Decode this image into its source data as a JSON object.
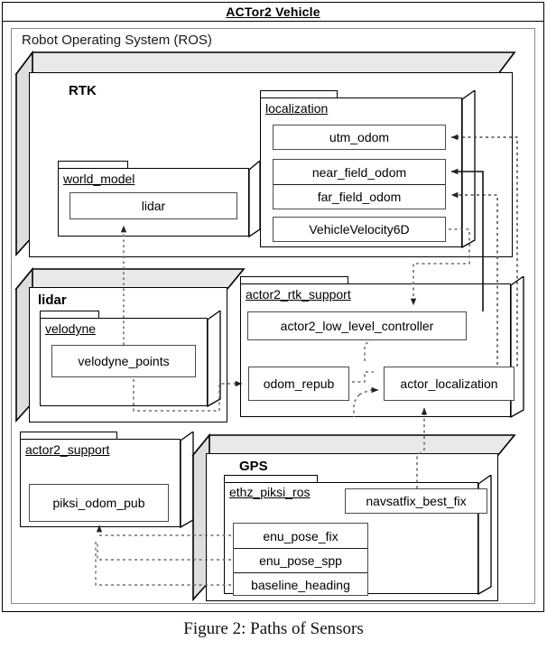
{
  "figure": {
    "title": "ACTor2 Vehicle",
    "caption": "Figure 2: Paths of Sensors"
  },
  "ros": {
    "label": "Robot Operating System (ROS)"
  },
  "machines": [
    {
      "id": "rtk",
      "title": "RTK"
    },
    {
      "id": "lidar",
      "title": "lidar"
    },
    {
      "id": "gps",
      "title": "GPS"
    }
  ],
  "packages": {
    "world_model": {
      "label": "world_model",
      "topics": [
        "lidar"
      ]
    },
    "localization": {
      "label": "localization",
      "topics": [
        "utm_odom",
        "near_field_odom",
        "far_field_odom",
        "VehicleVelocity6D"
      ]
    },
    "velodyne": {
      "label": "velodyne",
      "topics": [
        "velodyne_points"
      ]
    },
    "actor2_rtk_support": {
      "label": "actor2_rtk_support",
      "topics": [
        "actor2_low_level_controller",
        "odom_repub",
        "actor_localization"
      ]
    },
    "actor2_support": {
      "label": "actor2_support",
      "topics": [
        "piksi_odom_pub"
      ]
    },
    "ethz_piksi_ros": {
      "label": "ethz_piksi_ros",
      "topics": [
        "navsatfix_best_fix",
        "enu_pose_fix",
        "enu_pose_spp",
        "baseline_heading"
      ]
    }
  },
  "topics": {
    "lidar": "lidar",
    "utm_odom": "utm_odom",
    "near_field_odom": "near_field_odom",
    "far_field_odom": "far_field_odom",
    "vehicle_velocity_6d": "VehicleVelocity6D",
    "velodyne_points": "velodyne_points",
    "actor2_low_level_controller": "actor2_low_level_controller",
    "odom_repub": "odom_repub",
    "actor_localization": "actor_localization",
    "piksi_odom_pub": "piksi_odom_pub",
    "navsatfix_best_fix": "navsatfix_best_fix",
    "enu_pose_fix": "enu_pose_fix",
    "enu_pose_spp": "enu_pose_spp",
    "baseline_heading": "baseline_heading"
  },
  "connections": [
    {
      "from": "velodyne_points",
      "to": "lidar",
      "style": "dashed"
    },
    {
      "from": "velodyne_points",
      "to": "odom_repub",
      "style": "dashed"
    },
    {
      "from": "odom_repub",
      "to": "actor_localization",
      "style": "dashed"
    },
    {
      "from": "actor_localization",
      "to": "utm_odom",
      "style": "dashed"
    },
    {
      "from": "actor_localization",
      "to": "far_field_odom",
      "style": "dashed"
    },
    {
      "from": "actor2_low_level_controller",
      "to": "near_field_odom",
      "style": "solid"
    },
    {
      "from": "VehicleVelocity6D",
      "to": "actor2_low_level_controller",
      "style": "dashed"
    },
    {
      "from": "navsatfix_best_fix",
      "to": "actor_localization",
      "style": "dashed"
    },
    {
      "from": "enu_pose_fix",
      "to": "piksi_odom_pub",
      "style": "dashed"
    },
    {
      "from": "enu_pose_spp",
      "to": "piksi_odom_pub",
      "style": "dashed"
    },
    {
      "from": "baseline_heading",
      "to": "piksi_odom_pub",
      "style": "dashed"
    }
  ],
  "colors": {
    "ink": "#000000",
    "node_top": "#e8e8e8",
    "node_left": "#dcdcdc",
    "frame": "#8a8a8a"
  }
}
